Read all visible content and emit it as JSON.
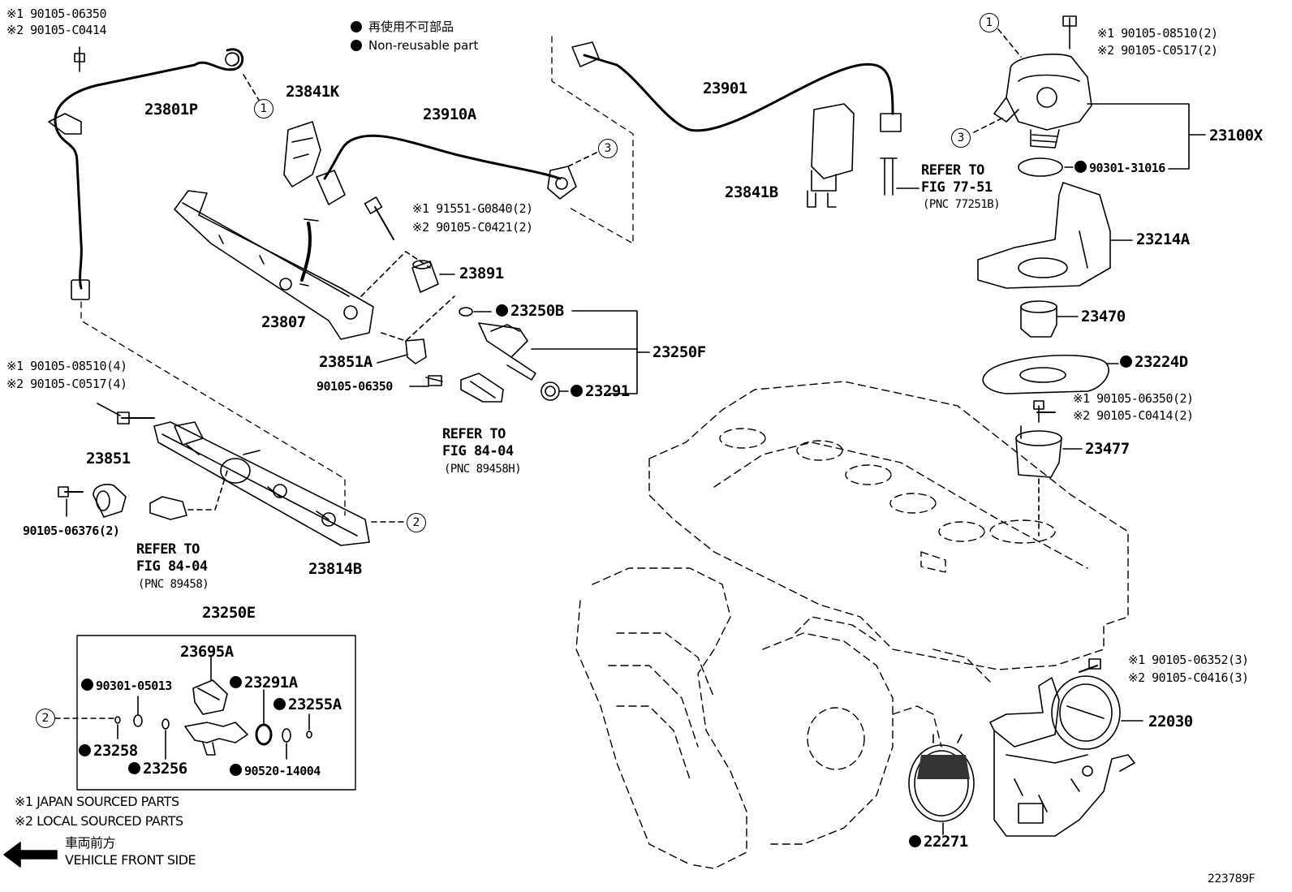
{
  "legend": {
    "jp": "再使用不可部品",
    "en": "Non-reusable part"
  },
  "labels": {
    "p_23801P": "23801P",
    "p_23841K": "23841K",
    "p_23910A": "23910A",
    "p_23901": "23901",
    "p_23841B": "23841B",
    "p_23100X": "23100X",
    "p_90301_31016": "90301-31016",
    "p_23214A": "23214A",
    "p_23470": "23470",
    "p_23224D": "23224D",
    "p_23477": "23477",
    "p_23891": "23891",
    "p_23807": "23807",
    "p_23250B": "23250B",
    "p_23250F": "23250F",
    "p_23291": "23291",
    "p_23851A": "23851A",
    "p_90105_06350": "90105-06350",
    "p_23851": "23851",
    "p_90105_06376": "90105-06376(2)",
    "p_23814B": "23814B",
    "p_23250E": "23250E",
    "p_23695A": "23695A",
    "p_90301_05013": "90301-05013",
    "p_23291A": "23291A",
    "p_23255A": "23255A",
    "p_23258": "23258",
    "p_23256": "23256",
    "p_90520_14004": "90520-14004",
    "p_22030": "22030",
    "p_22271": "22271"
  },
  "refs": {
    "topleft_1": "※1 90105-06350",
    "topleft_2": "※2 90105-C0414",
    "pump_bolt_1": "※1 90105-08510(2)",
    "pump_bolt_2": "※2 90105-C0517(2)",
    "rail_bolt_1": "※1 91551-G0840(2)",
    "rail_bolt_2": "※2 90105-C0421(2)",
    "left_bolt_1": "※1 90105-08510(4)",
    "left_bolt_2": "※2 90105-C0517(4)",
    "lift_bolt_1": "※1 90105-06350(2)",
    "lift_bolt_2": "※2 90105-C0414(2)",
    "tb_bolt_1": "※1 90105-06352(3)",
    "tb_bolt_2": "※2 90105-C0416(3)",
    "refer_a_1": "REFER TO",
    "refer_a_2": "FIG 77-51",
    "refer_a_3": "(PNC 77251B)",
    "refer_b_1": "REFER TO",
    "refer_b_2": "FIG 84-04",
    "refer_b_3": "(PNC 89458H)",
    "refer_c_1": "REFER TO",
    "refer_c_2": "FIG 84-04",
    "refer_c_3": "(PNC 89458)"
  },
  "callouts": {
    "c1": "1",
    "c2": "2",
    "c3": "3"
  },
  "notes": {
    "n1": "※1 JAPAN SOURCED PARTS",
    "n2": "※2 LOCAL SOURCED PARTS",
    "front_jp": "車両前方",
    "front_en": "VEHICLE FRONT SIDE",
    "fig_id": "223789F"
  }
}
